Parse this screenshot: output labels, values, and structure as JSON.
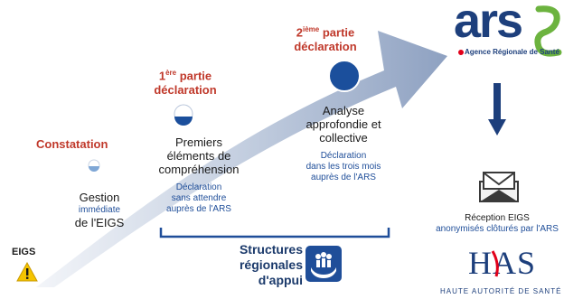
{
  "eigs_label": "EIGS",
  "phases": {
    "constatation": "Constatation",
    "part1_num": "1",
    "part1_sup": "ère",
    "part1_word": "partie",
    "part1_decl": "déclaration",
    "part2_num": "2",
    "part2_sup": "ième",
    "part2_word": "partie",
    "part2_decl": "déclaration"
  },
  "steps": {
    "gestion": {
      "line1": "Gestion",
      "line2": "immédiate",
      "line3": "de l'EIGS"
    },
    "premiers": {
      "line1": "Premiers",
      "line2": "éléments de",
      "line3": "compréhension",
      "note1": "Déclaration",
      "note2": "sans attendre",
      "note3": "auprès de l'ARS"
    },
    "analyse": {
      "line1": "Analyse",
      "line2": "approfondie et",
      "line3": "collective",
      "note1": "Déclaration",
      "note2": "dans les trois mois",
      "note3": "auprès de l'ARS"
    }
  },
  "support": {
    "line1": "Structures",
    "line2": "régionales",
    "line3": "d'appui"
  },
  "ars": {
    "logo_text": "ars",
    "subtitle": "Agence Régionale de Santé"
  },
  "has": {
    "reception_line1": "Réception EIGS",
    "reception_line2": "anonymisés clôturés par l'ARS",
    "logo_text": "HAS",
    "full_name": "HAUTE AUTORITÉ DE SANTÉ"
  },
  "colors": {
    "arrow_light": "#d9e1ee",
    "arrow_dark": "#8fa2c2",
    "red": "#c0392b",
    "navy": "#1b3a6b",
    "blue_text": "#1f4e99",
    "ars_green": "#6cb33f",
    "ars_navy": "#1d3f7c",
    "has_red": "#e2001a",
    "warning_yellow": "#f5c400"
  }
}
